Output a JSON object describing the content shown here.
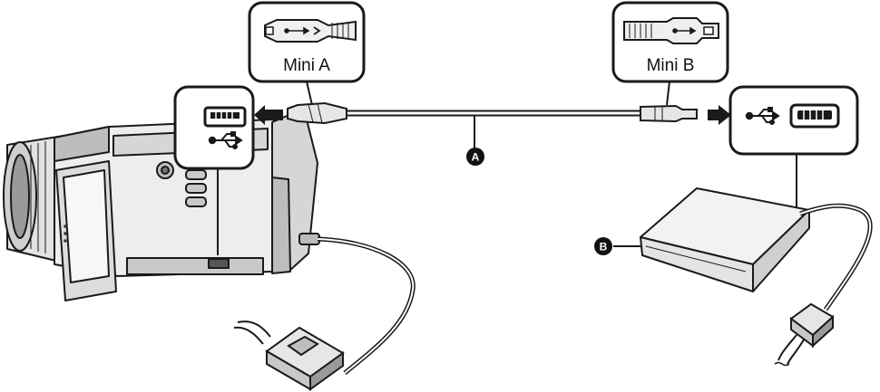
{
  "callouts": {
    "mini_a": "Mini A",
    "mini_b": "Mini B"
  },
  "markers": {
    "cable": "A",
    "drive": "B"
  },
  "icons": [
    "usb-connector-icon",
    "usb-symbol-icon",
    "usb-mini-a-plug-icon",
    "usb-mini-b-plug-icon",
    "arrow-icon"
  ],
  "colors": {
    "line": "#1a1a1a",
    "fill_light": "#f2f2f2",
    "fill_mid": "#cfcfcf",
    "fill_dark": "#8a8a8a"
  }
}
